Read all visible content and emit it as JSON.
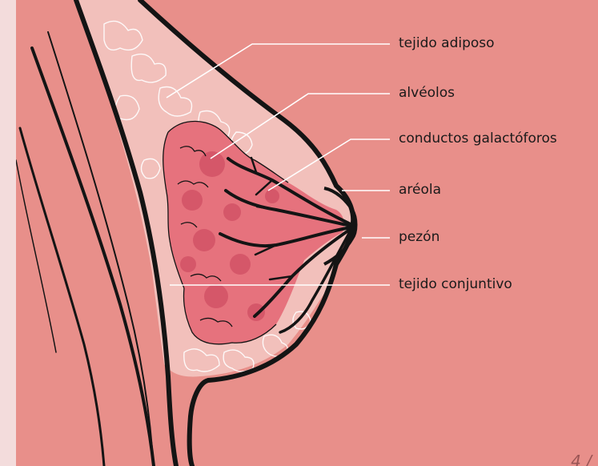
{
  "labels": {
    "adipose": "tejido adiposo",
    "alveoli": "alvéolos",
    "ducts": "conductos galactóforos",
    "areola": "aréola",
    "nipple": "pezón",
    "connective": "tejido conjuntivo"
  },
  "page_number": "4 /",
  "colors": {
    "background": "#e88f8a",
    "margin": "#f3dcdc",
    "fat": "#f2c0bb",
    "gland": "#e6727d",
    "gland_dark": "#d04e63",
    "ink": "#141414",
    "leader": "#ffffff"
  }
}
